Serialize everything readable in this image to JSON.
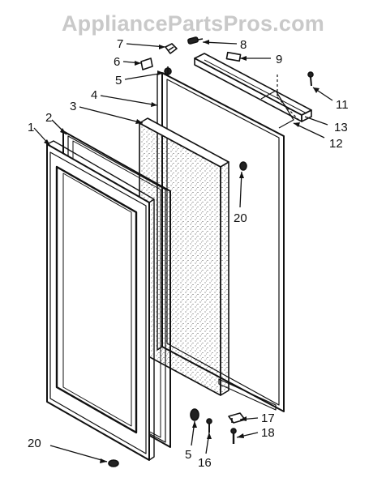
{
  "watermark": "AppliancePartsPros.com",
  "callouts": [
    {
      "id": "c1",
      "label": "1"
    },
    {
      "id": "c2",
      "label": "2"
    },
    {
      "id": "c3",
      "label": "3"
    },
    {
      "id": "c4",
      "label": "4"
    },
    {
      "id": "c5a",
      "label": "5"
    },
    {
      "id": "c6",
      "label": "6"
    },
    {
      "id": "c7",
      "label": "7"
    },
    {
      "id": "c8",
      "label": "8"
    },
    {
      "id": "c9",
      "label": "9"
    },
    {
      "id": "c11",
      "label": "11"
    },
    {
      "id": "c13",
      "label": "13"
    },
    {
      "id": "c12",
      "label": "12"
    },
    {
      "id": "c20a",
      "label": "20"
    },
    {
      "id": "c17",
      "label": "17"
    },
    {
      "id": "c18",
      "label": "18"
    },
    {
      "id": "c5b",
      "label": "5"
    },
    {
      "id": "c16",
      "label": "16"
    },
    {
      "id": "c20b",
      "label": "20"
    }
  ],
  "colors": {
    "ink": "#111111",
    "paper": "#ffffff",
    "watermark": "#c9c9c9"
  }
}
